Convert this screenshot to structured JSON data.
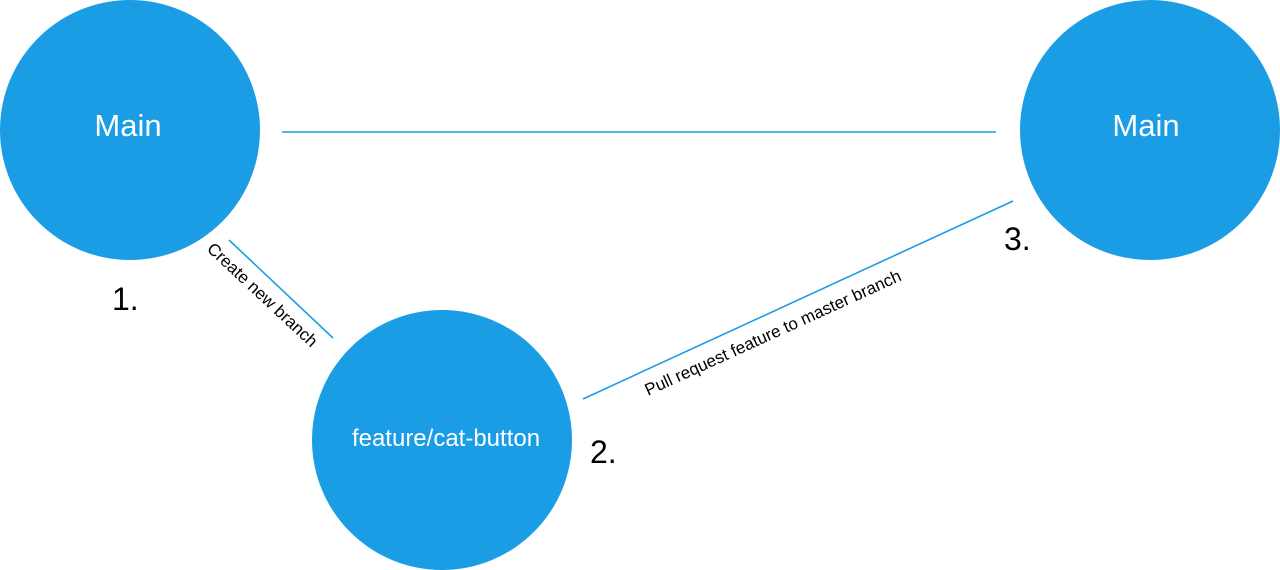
{
  "diagram": {
    "accent_color": "#1b9de6",
    "nodes": [
      {
        "label": "Main",
        "step": "1."
      },
      {
        "label": "feature/cat-button",
        "step": "2."
      },
      {
        "label": "Main",
        "step": "3."
      }
    ],
    "edges": [
      {
        "label": ""
      },
      {
        "label": "Create new branch"
      },
      {
        "label": "Pull request feature to master branch"
      }
    ]
  }
}
